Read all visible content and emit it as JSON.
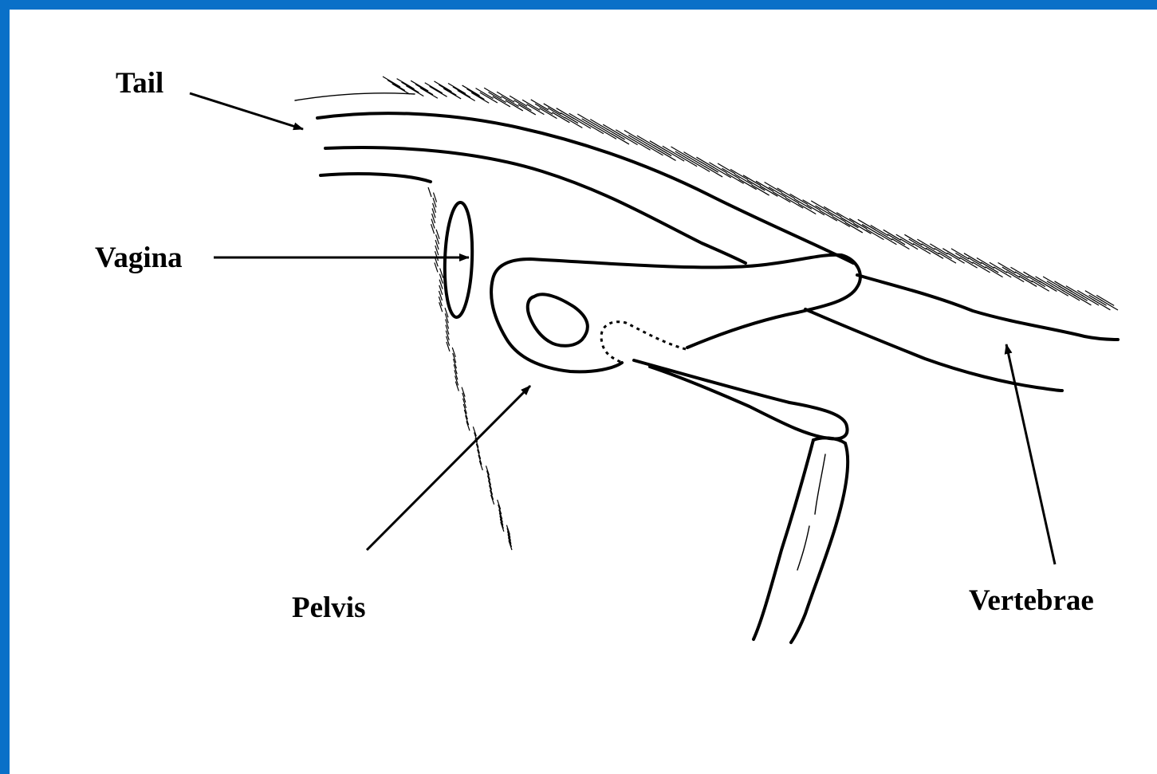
{
  "labels": {
    "tail": "Tail",
    "vagina": "Vagina",
    "pelvis": "Pelvis",
    "vertebrae": "Vertebrae"
  },
  "colors": {
    "border": "#0a70c8",
    "background": "#ffffff",
    "ink": "#000000"
  }
}
